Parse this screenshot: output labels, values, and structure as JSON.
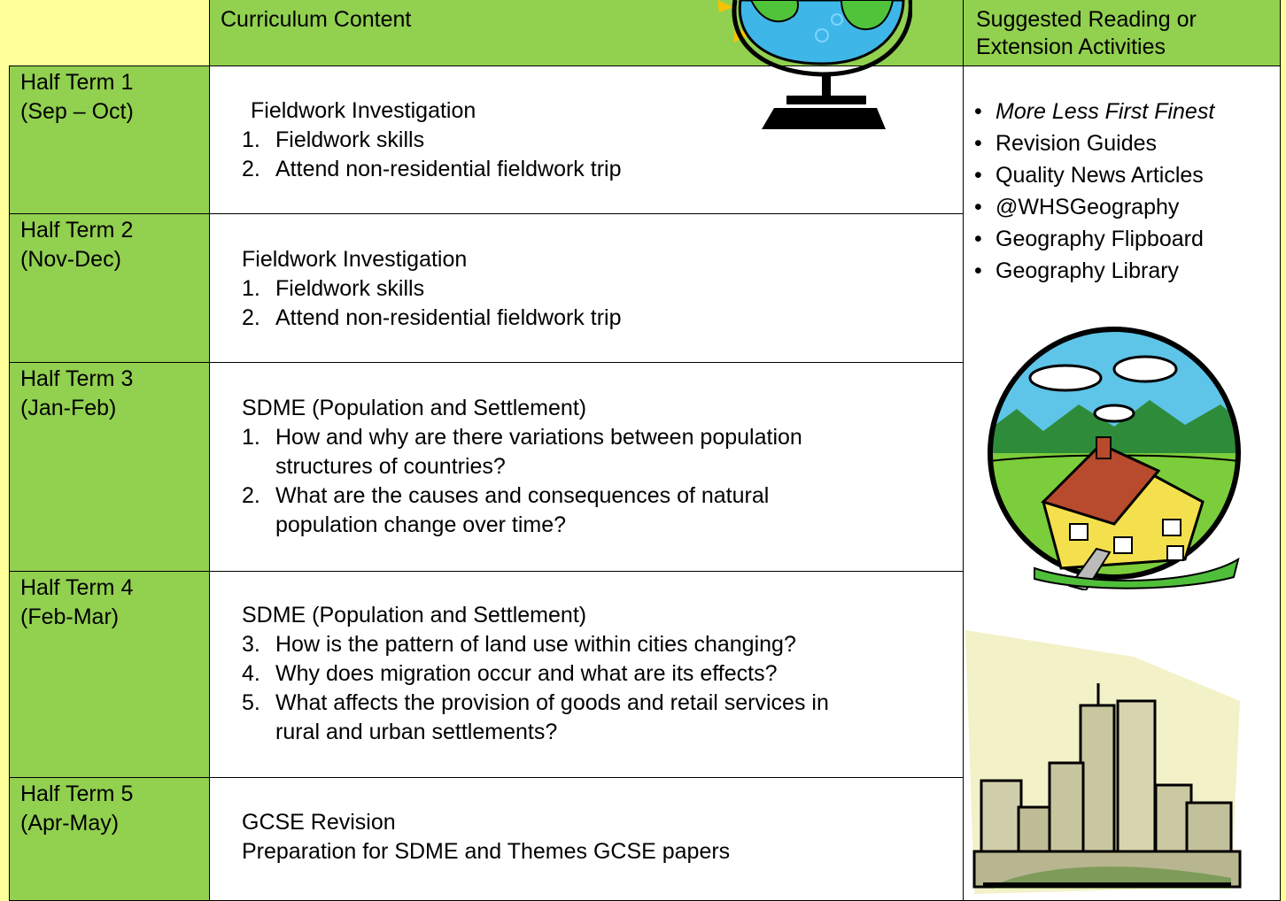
{
  "header": {
    "curriculum_label": "Curriculum Content",
    "reading_label_line1": "Suggested Reading or",
    "reading_label_line2": "Extension Activities"
  },
  "terms": [
    {
      "label": "Half Term 1",
      "dates": "(Sep – Oct)",
      "title": "Fieldwork Investigation",
      "items": [
        {
          "num": "1.",
          "lines": [
            "Fieldwork skills"
          ]
        },
        {
          "num": "2.",
          "lines": [
            "Attend non-residential fieldwork trip"
          ]
        }
      ]
    },
    {
      "label": "Half Term 2",
      "dates": "(Nov-Dec)",
      "title": "Fieldwork Investigation",
      "items": [
        {
          "num": "1.",
          "lines": [
            "Fieldwork skills"
          ]
        },
        {
          "num": "2.",
          "lines": [
            "Attend non-residential fieldwork trip"
          ]
        }
      ]
    },
    {
      "label": "Half Term 3",
      "dates": "(Jan-Feb)",
      "title": "SDME (Population and Settlement)",
      "items": [
        {
          "num": "1.",
          "lines": [
            "How and why are there variations between population",
            "structures of countries?"
          ]
        },
        {
          "num": "2.",
          "lines": [
            "What are the causes and consequences of natural",
            "population change over time?"
          ]
        }
      ]
    },
    {
      "label": "Half Term 4",
      "dates": "(Feb-Mar)",
      "title": "SDME (Population and Settlement)",
      "items": [
        {
          "num": "3.",
          "lines": [
            "How is the pattern of land use within cities changing?"
          ]
        },
        {
          "num": "4.",
          "lines": [
            "Why does migration occur and what are its effects?"
          ]
        },
        {
          "num": "5.",
          "lines": [
            "What affects the provision of goods and retail services in",
            "rural and urban settlements?"
          ]
        }
      ]
    },
    {
      "label": "Half Term 5",
      "dates": "(Apr-May)",
      "title": "GCSE Revision",
      "text": "Preparation for SDME and Themes GCSE papers"
    }
  ],
  "reading": [
    {
      "bullet": "•",
      "text": "More Less First Finest",
      "italic": true
    },
    {
      "bullet": "•",
      "text": "Revision Guides"
    },
    {
      "bullet": "•",
      "text": "Quality News Articles"
    },
    {
      "bullet": "•",
      "text": "@WHSGeography"
    },
    {
      "bullet": "•",
      "text": "Geography Flipboard"
    },
    {
      "bullet": "•",
      "text": "Geography Library"
    }
  ],
  "icons": {
    "globe": "globe-icon",
    "house": "house-landscape-icon",
    "city": "city-skyline-icon"
  },
  "colors": {
    "background": "#ffff99",
    "header_green": "#92d050",
    "cell_white": "#ffffff"
  }
}
